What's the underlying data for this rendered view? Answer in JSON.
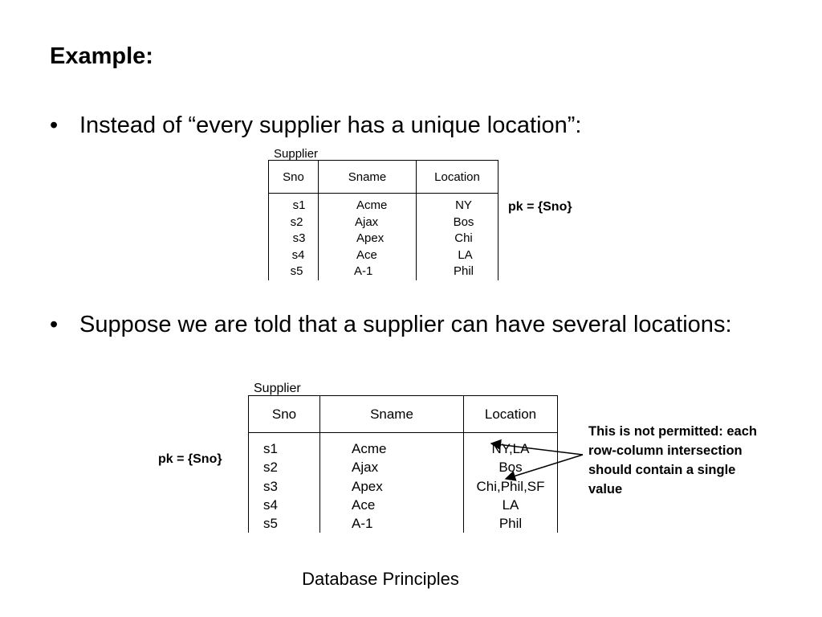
{
  "slide": {
    "title": "Example:",
    "footer": "Database Principles"
  },
  "bullets": [
    {
      "marker": "•",
      "text": "Instead of “every supplier has a unique location”:"
    },
    {
      "marker": "•",
      "text": "Suppose we are told that a supplier can have several locations:"
    }
  ],
  "table1": {
    "name": "Supplier",
    "headers": [
      "Sno",
      "Sname",
      "Location"
    ],
    "columns": {
      "sno": [
        "s1",
        "s2",
        "s3",
        "s4",
        "s5"
      ],
      "sname": [
        "Acme",
        "Ajax",
        "Apex",
        "Ace",
        "A-1"
      ],
      "location": [
        "NY",
        "Bos",
        "Chi",
        "LA",
        "Phil"
      ]
    },
    "pk": "pk = {Sno}"
  },
  "table2": {
    "name": "Supplier",
    "headers": [
      "Sno",
      "Sname",
      "Location"
    ],
    "columns": {
      "sno": [
        "s1",
        "s2",
        "s3",
        "s4",
        "s5"
      ],
      "sname": [
        "Acme",
        "Ajax",
        "Apex",
        "Ace",
        "A-1"
      ],
      "location": [
        "NY,LA",
        "Bos",
        "Chi,Phil,SF",
        "LA",
        "Phil"
      ]
    },
    "pk": "pk = {Sno}",
    "note": "This is not permitted: each row-column intersection should contain a single value"
  }
}
